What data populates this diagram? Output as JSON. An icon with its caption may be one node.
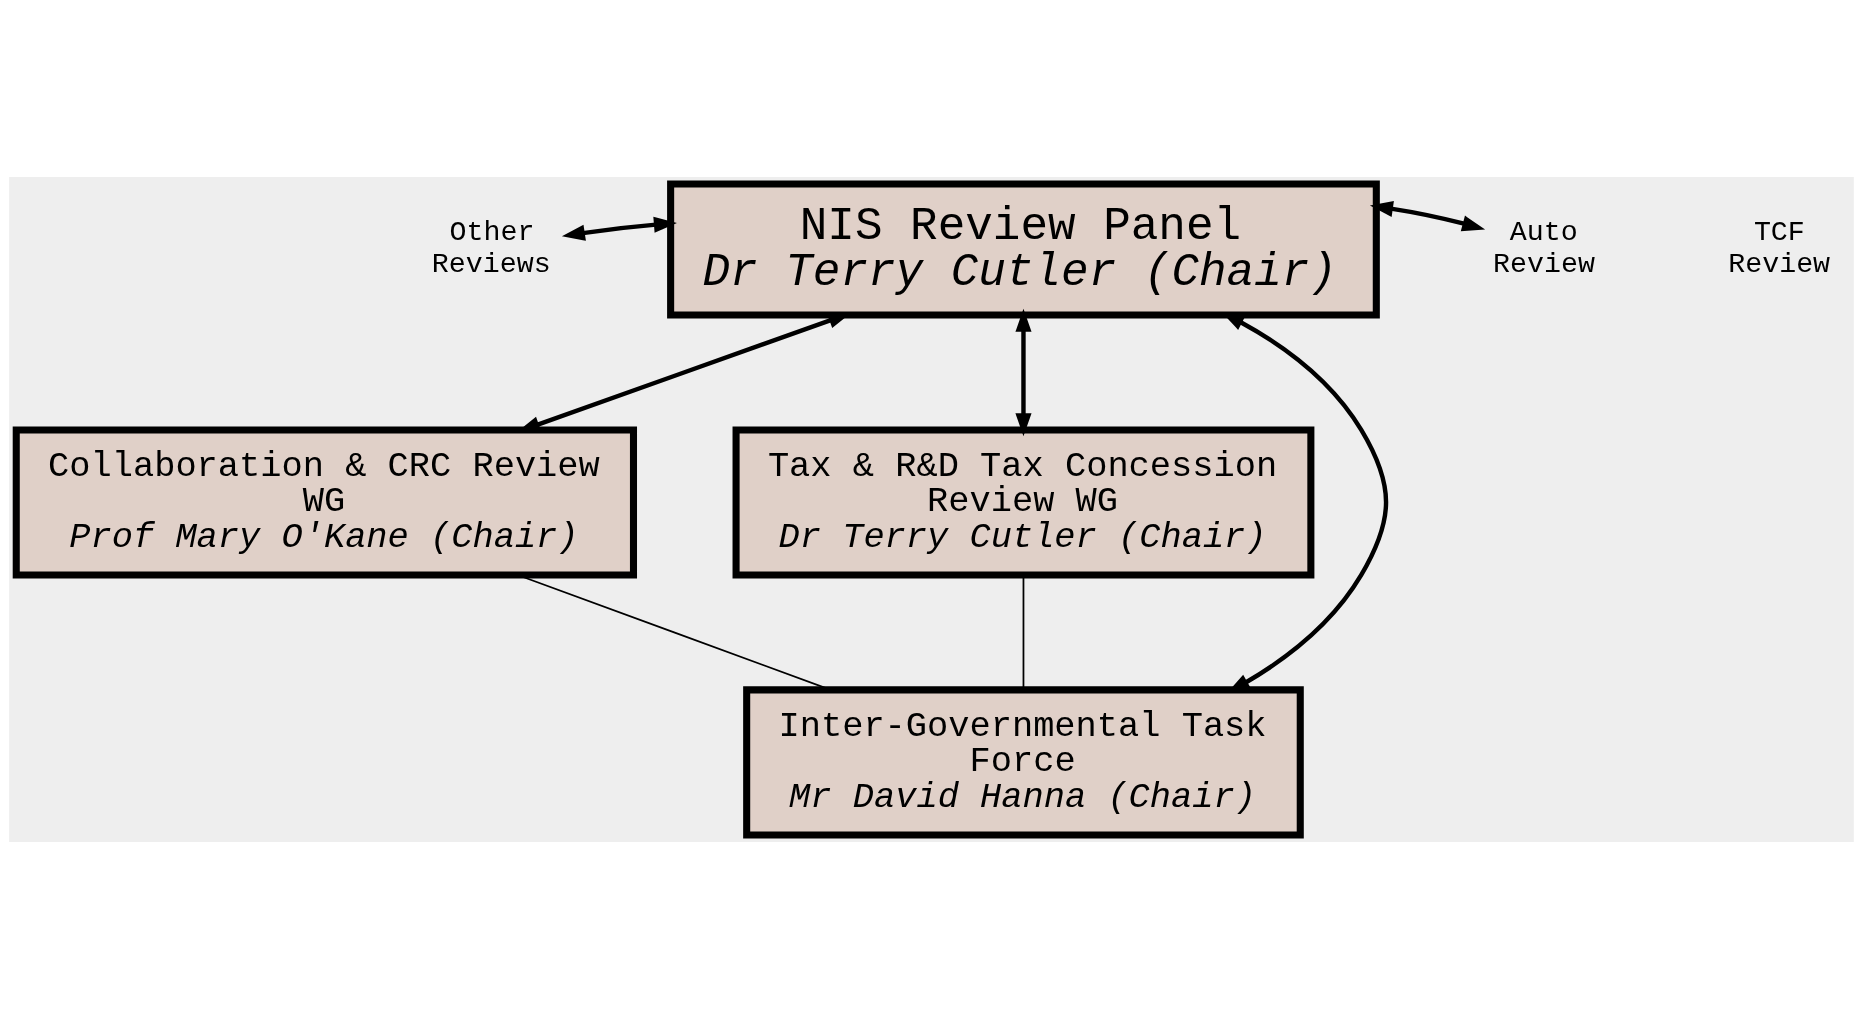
{
  "diagram": {
    "nodes": [
      {
        "text": [
          "NIS Review Panel",
          "Dr Terry Cutler (Chair)"
        ]
      },
      {
        "text": [
          "Other Reviews"
        ]
      },
      {
        "text": [
          "Auto Review"
        ]
      },
      {
        "text": [
          "Collaboration & CRC Review WG",
          "Prof Mary O'Kane (Chair)"
        ]
      },
      {
        "text": [
          "Tax & R&D Tax Concession Review WG",
          "Dr Terry Cutler (Chair)"
        ]
      },
      {
        "text": [
          "Inter-Governmental Task Force",
          "Mr David Hanna (Chair)"
        ]
      }
    ],
    "edges": [
      {
        "from": 1,
        "to": 0,
        "arrow": "both"
      },
      {
        "from": 0,
        "to": 2,
        "arrow": "both"
      },
      {
        "from": 0,
        "to": 3,
        "arrow": "both"
      },
      {
        "from": 0,
        "to": 5,
        "arrow": "both"
      },
      {
        "from": 0,
        "to": 4,
        "arrow": "both"
      },
      {
        "from": 3,
        "to": 5,
        "arrow": "none"
      },
      {
        "from": 4,
        "to": 5,
        "arrow": "none"
      }
    ],
    "labels": [
      "TCF Review"
    ]
  }
}
